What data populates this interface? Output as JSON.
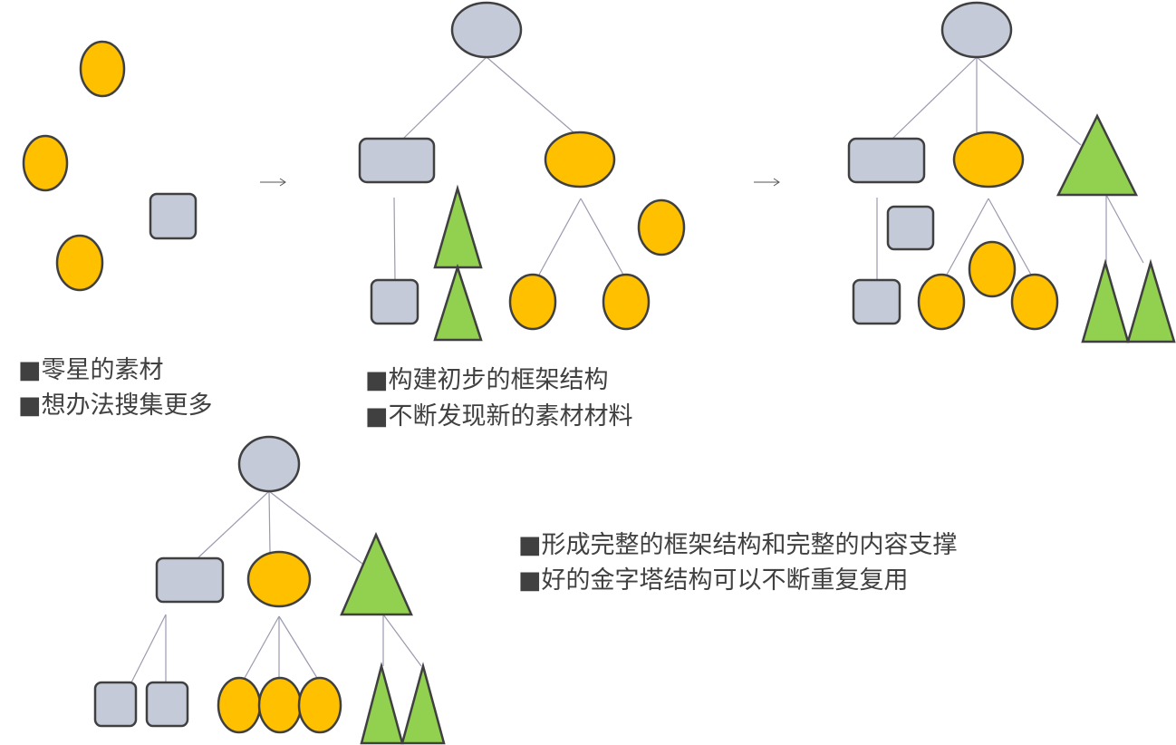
{
  "stages": [
    {
      "bullets": [
        "■零星的素材",
        "■想办法搜集更多"
      ]
    },
    {
      "bullets": [
        "■构建初步的框架结构",
        "■不断发现新的素材材料"
      ]
    },
    {
      "bullets": []
    },
    {
      "bullets": [
        "■形成完整的框架结构和完整的内容支撑",
        "■好的金字塔结构可以不断重复复用"
      ]
    }
  ],
  "arrows": [
    "→",
    "→"
  ],
  "colors": {
    "category_a": "#C5CAD9",
    "category_b": "#FFC000",
    "category_c": "#92D050",
    "outline": "#404040"
  }
}
